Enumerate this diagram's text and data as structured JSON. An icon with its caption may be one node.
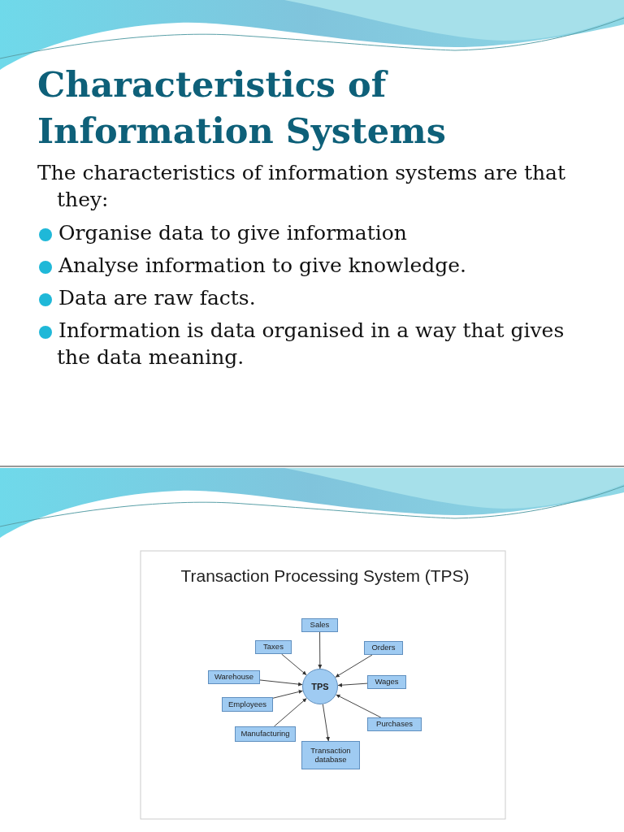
{
  "diagram": {
    "title": "Characteristics of Information Systems",
    "nodes": [
      {
        "text": [
          "TPS"
        ]
      },
      {
        "text": [
          "Sales"
        ]
      },
      {
        "text": [
          "Taxes"
        ]
      },
      {
        "text": [
          "Orders"
        ]
      },
      {
        "text": [
          "Warehouse"
        ]
      },
      {
        "text": [
          "Wages"
        ]
      },
      {
        "text": [
          "Employees"
        ]
      },
      {
        "text": [
          "Purchases"
        ]
      },
      {
        "text": [
          "Manufacturing"
        ]
      },
      {
        "text": [
          "Transaction database"
        ]
      }
    ],
    "edges": [
      {
        "from": 1,
        "to": 0,
        "arrow": "to"
      },
      {
        "from": 2,
        "to": 0,
        "arrow": "to"
      },
      {
        "from": 3,
        "to": 0,
        "arrow": "to"
      },
      {
        "from": 4,
        "to": 0,
        "arrow": "to"
      },
      {
        "from": 5,
        "to": 0,
        "arrow": "to"
      },
      {
        "from": 6,
        "to": 0,
        "arrow": "to"
      },
      {
        "from": 7,
        "to": 0,
        "arrow": "to"
      },
      {
        "from": 8,
        "to": 0,
        "arrow": "to"
      },
      {
        "from": 0,
        "to": 9,
        "arrow": "to"
      }
    ],
    "labels": [
      "The characteristics of information systems are that they:",
      "Organise data to give information",
      "Analyse information to give knowledge.",
      "Data are raw facts.",
      "Information is data organised in a way that gives the data meaning.",
      "Transaction Processing System (TPS)"
    ]
  }
}
